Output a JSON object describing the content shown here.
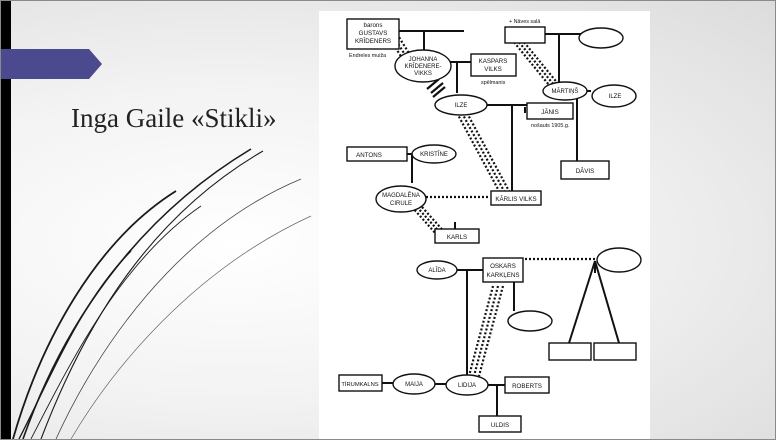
{
  "slide": {
    "title": "Inga Gaile «Stikli»"
  },
  "diagram": {
    "boxes": {
      "barons_1": "barons",
      "barons_2": "GUSTAVS",
      "barons_3": "KRĪDENERS",
      "kaspars_1": "KASPARS",
      "kaspars_2": "VILKS",
      "janis": "JĀNIS",
      "antons": "ANTONS",
      "karlis_vilks": "KĀRLIS VILKS",
      "karls": "KARLS",
      "davis": "DĀVIS",
      "oskars_1": "OSKARS",
      "oskars_2": "KARKĻENS",
      "tirumkalns": "TĪRUMKALNS",
      "roberts": "ROBERTS",
      "uldis": "ULDIS"
    },
    "ovals": {
      "johanna_1": "JOHANNA",
      "johanna_2": "KRĪDENERE-",
      "johanna_3": "VIKKS",
      "ilze_1": "ILZE",
      "martins": "MĀRTIŅŠ",
      "ilze_2": "ILZE",
      "kristine": "KRISTĪNE",
      "magdalena_1": "MAGDALĒNA",
      "magdalena_2": "CIRULE",
      "alida": "ALĪDA",
      "maija": "MAIJA",
      "lidija": "LIDIJA"
    },
    "notes": {
      "naves_sala": "+ Nāves salā",
      "endreles_muiza": "Endreles muiža",
      "spelmanis": "spēlmanis",
      "nosauts": "nošauts 1905.g."
    }
  }
}
